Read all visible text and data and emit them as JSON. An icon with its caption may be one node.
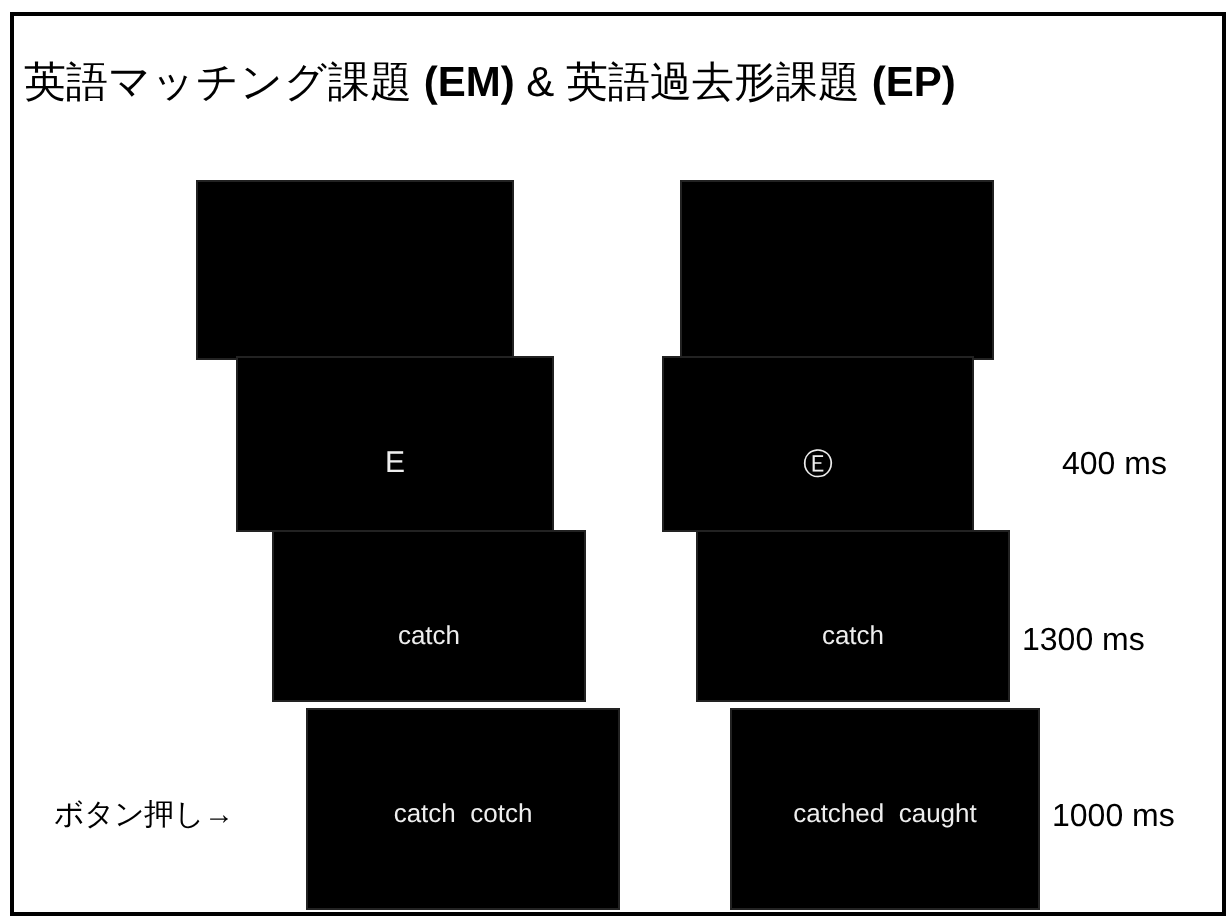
{
  "diagram": {
    "title": "英語マッチング課題 **(EM)** & 英語過去形課題 **(EP)**",
    "nodes": [
      {
        "text": [],
        "shape": "box"
      },
      {
        "text": [],
        "shape": "box"
      },
      {
        "text": [
          "E"
        ]
      },
      {
        "text": [
          "Ⓔ"
        ],
        "beside": [
          "400 ms"
        ]
      },
      {
        "text": [
          "catch"
        ]
      },
      {
        "text": [
          "catch"
        ],
        "beside": [
          "1300 ms"
        ]
      },
      {
        "text": [
          "catch  cotch"
        ]
      },
      {
        "text": [
          "catched  caught"
        ],
        "beside": [
          "1000 ms"
        ]
      }
    ],
    "labels": [
      "ボタン押し→"
    ]
  }
}
